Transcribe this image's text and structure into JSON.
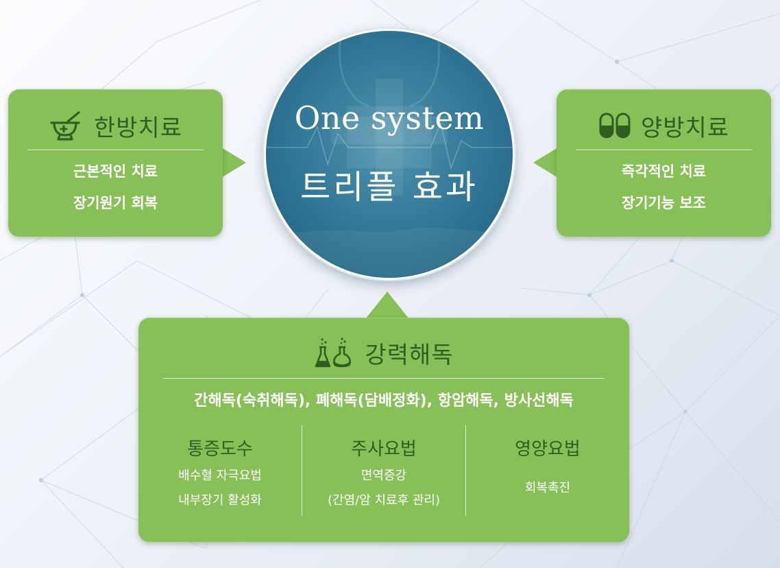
{
  "center": {
    "line1": "One system",
    "line2": "트리플 효과"
  },
  "left_box": {
    "icon": "mortar-pestle-icon",
    "title": "한방치료",
    "lines": [
      "근본적인 치료",
      "장기원기 회복"
    ]
  },
  "right_box": {
    "icon": "capsules-icon",
    "title": "양방치료",
    "lines": [
      "즉각적인 치료",
      "장기기능 보조"
    ]
  },
  "bottom_box": {
    "icon": "flasks-icon",
    "title": "강력해독",
    "summary": "간해독(숙취해독), 폐해독(담배정화), 항암해독, 방사선해독",
    "columns": [
      {
        "title": "통증도수",
        "lines": [
          "배수혈 자극요법",
          "내부장기 활성화"
        ]
      },
      {
        "title": "주사요법",
        "lines": [
          "면역증강",
          "(간염/암 치료후 관리)"
        ]
      },
      {
        "title": "영양요법",
        "lines": [
          "회복촉진"
        ]
      }
    ]
  },
  "colors": {
    "box_green": "#86c057",
    "title_green": "#2f5e20",
    "circle_blue": "#2e7595"
  }
}
